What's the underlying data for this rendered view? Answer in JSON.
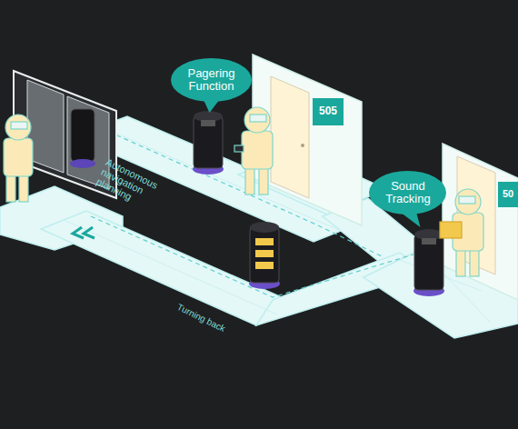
{
  "diagram": {
    "nodes": [
      {
        "text": [
          "Pagering Function"
        ]
      },
      {
        "text": [
          "Sound Tracking"
        ]
      }
    ],
    "labels": [
      "Autonomous navigation planning",
      "505",
      "50",
      "Turning back"
    ]
  }
}
